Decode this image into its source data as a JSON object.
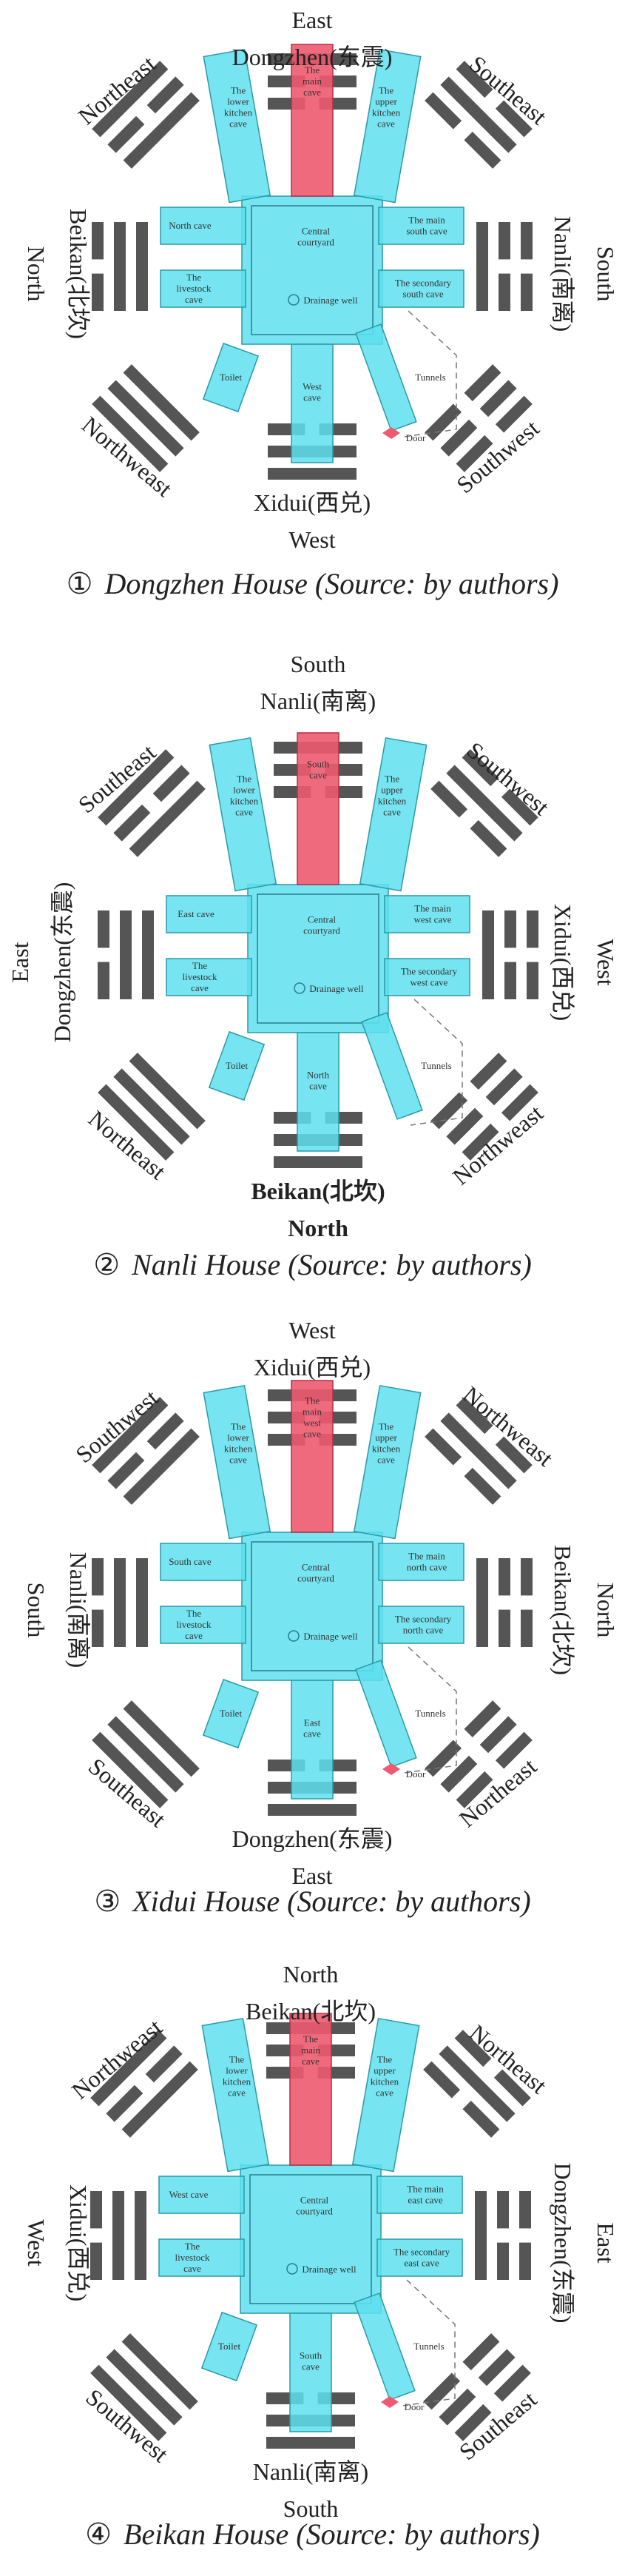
{
  "panels": [
    {
      "caption": {
        "num": "①",
        "text": "Dongzhen House (Source: by authors)"
      },
      "directions": {
        "top": "East",
        "top_sub": "Dongzhen(东震)",
        "bottom": "West",
        "bottom_sub": "Xidui(西兑)",
        "left": "North",
        "left_sub": "Beikan(北坎)",
        "right": "South",
        "right_sub": "Nanli(南离)",
        "tl": "Northeast",
        "tr": "Southeast",
        "bl": "Northweast",
        "br": "Southwest"
      },
      "rooms": {
        "top_left": "The lower kitchen cave",
        "top_center": "The main cave",
        "top_right": "The upper kitchen cave",
        "left_top": "North cave",
        "left_bottom": "The livestock cave",
        "right_top": "The main south cave",
        "right_bottom": "The secondary south cave",
        "courtyard": "Central courtyard",
        "drain": "Drainage well",
        "toilet": "Toilet",
        "bottom": "West cave",
        "tunnels": "Tunnels",
        "door": "Door"
      }
    },
    {
      "caption": {
        "num": "②",
        "text": "Nanli House (Source: by authors)"
      },
      "directions": {
        "top": "South",
        "top_sub": "Nanli(南离)",
        "bottom": "North",
        "bottom_sub": "Beikan(北坎)",
        "left": "East",
        "left_sub": "Dongzhen(东震)",
        "right": "West",
        "right_sub": "Xidui(西兑)",
        "tl": "Southeast",
        "tr": "Southwest",
        "bl": "Northeast",
        "br": "Northweast"
      },
      "rooms": {
        "top_left": "The lower kitchen cave",
        "top_center": "South cave",
        "top_right": "The upper kitchen cave",
        "left_top": "East cave",
        "left_bottom": "The livestock cave",
        "right_top": "The main west cave",
        "right_bottom": "The secondary west cave",
        "courtyard": "Central courtyard",
        "drain": "Drainage well",
        "toilet": "Toilet",
        "bottom": "North cave",
        "tunnels": "Tunnels",
        "door": ""
      }
    },
    {
      "caption": {
        "num": "③",
        "text": "Xidui House (Source: by authors)"
      },
      "directions": {
        "top": "West",
        "top_sub": "Xidui(西兑)",
        "bottom": "East",
        "bottom_sub": "Dongzhen(东震)",
        "left": "South",
        "left_sub": "Nanli(南离)",
        "right": "North",
        "right_sub": "Beikan(北坎)",
        "tl": "Southwest",
        "tr": "Northweast",
        "bl": "Southeast",
        "br": "Northeast"
      },
      "rooms": {
        "top_left": "The lower kitchen cave",
        "top_center": "The main west cave",
        "top_right": "The upper kitchen cave",
        "left_top": "South cave",
        "left_bottom": "The livestock cave",
        "right_top": "The main north cave",
        "right_bottom": "The secondary north cave",
        "courtyard": "Central courtyard",
        "drain": "Drainage well",
        "toilet": "Toilet",
        "bottom": "East cave",
        "tunnels": "Tunnels",
        "door": "Door"
      }
    },
    {
      "caption": {
        "num": "④",
        "text": "Beikan House (Source: by authors)"
      },
      "directions": {
        "top": "North",
        "top_sub": "Beikan(北坎)",
        "bottom": "South",
        "bottom_sub": "Nanli(南离)",
        "left": "West",
        "left_sub": "Xidui(西兑)",
        "right": "East",
        "right_sub": "Dongzhen(东震)",
        "tl": "Northweast",
        "tr": "Northeast",
        "bl": "Southwest",
        "br": "Southeast"
      },
      "rooms": {
        "top_left": "The lower kitchen cave",
        "top_center": "The main cave",
        "top_right": "The upper kitchen cave",
        "left_top": "West cave",
        "left_bottom": "The livestock cave",
        "right_top": "The main east cave",
        "right_bottom": "The secondary east cave",
        "courtyard": "Central courtyard",
        "drain": "Drainage well",
        "toilet": "Toilet",
        "bottom": "South cave",
        "tunnels": "Tunnels",
        "door": "Door"
      }
    }
  ],
  "colors": {
    "cave": "#5ee0ee",
    "main_cave": "#ee5a6f",
    "trigram": "#555555"
  }
}
